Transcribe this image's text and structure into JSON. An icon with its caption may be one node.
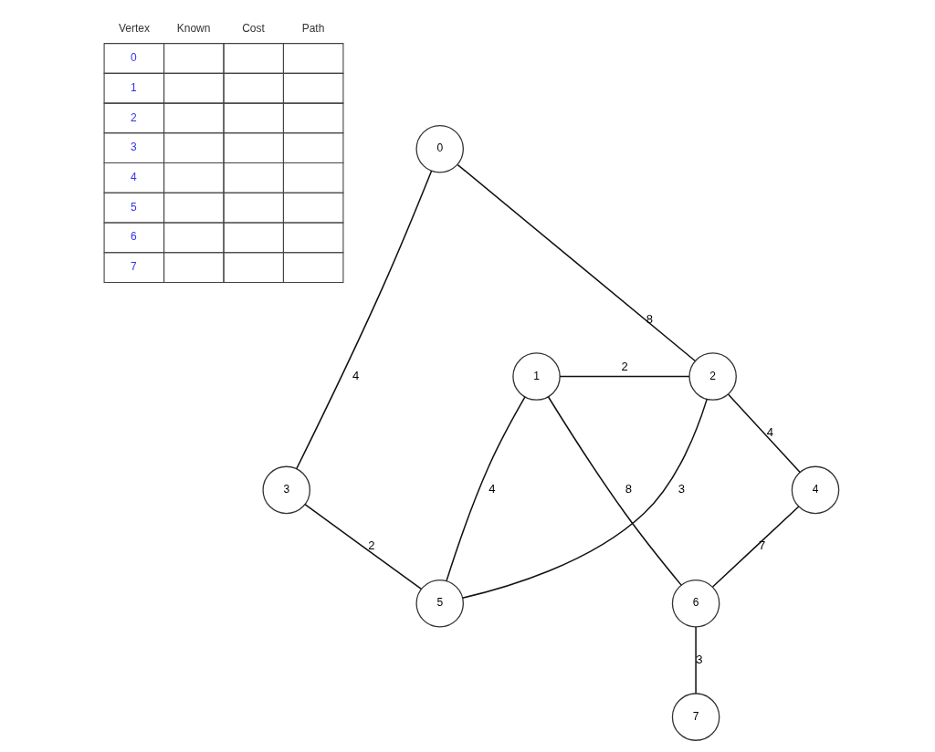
{
  "diagram": {
    "nodes": [
      {
        "text": [
          "0"
        ]
      },
      {
        "text": [
          "1"
        ]
      },
      {
        "text": [
          "2"
        ]
      },
      {
        "text": [
          "3"
        ]
      },
      {
        "text": [
          "4"
        ]
      },
      {
        "text": [
          "5"
        ]
      },
      {
        "text": [
          "6"
        ]
      },
      {
        "text": [
          "7"
        ]
      }
    ],
    "edges": [
      {
        "from": 0,
        "to": 3,
        "arrow": "none",
        "label": "4"
      },
      {
        "from": 0,
        "to": 2,
        "arrow": "none",
        "label": "8"
      },
      {
        "from": 1,
        "to": 2,
        "arrow": "none",
        "label": "2"
      },
      {
        "from": 1,
        "to": 5,
        "arrow": "none",
        "label": "4"
      },
      {
        "from": 1,
        "to": 6,
        "arrow": "none",
        "label": "8"
      },
      {
        "from": 2,
        "to": 5,
        "arrow": "none",
        "label": "3"
      },
      {
        "from": 2,
        "to": 4,
        "arrow": "none",
        "label": "4"
      },
      {
        "from": 3,
        "to": 5,
        "arrow": "none",
        "label": "2"
      },
      {
        "from": 4,
        "to": 6,
        "arrow": "none",
        "label": "7"
      },
      {
        "from": 6,
        "to": 7,
        "arrow": "none",
        "label": "3"
      }
    ],
    "labels": [
      "Vertex",
      "Known",
      "Cost",
      "Path",
      "0",
      "1",
      "2",
      "3",
      "4",
      "5",
      "6",
      "7"
    ]
  }
}
